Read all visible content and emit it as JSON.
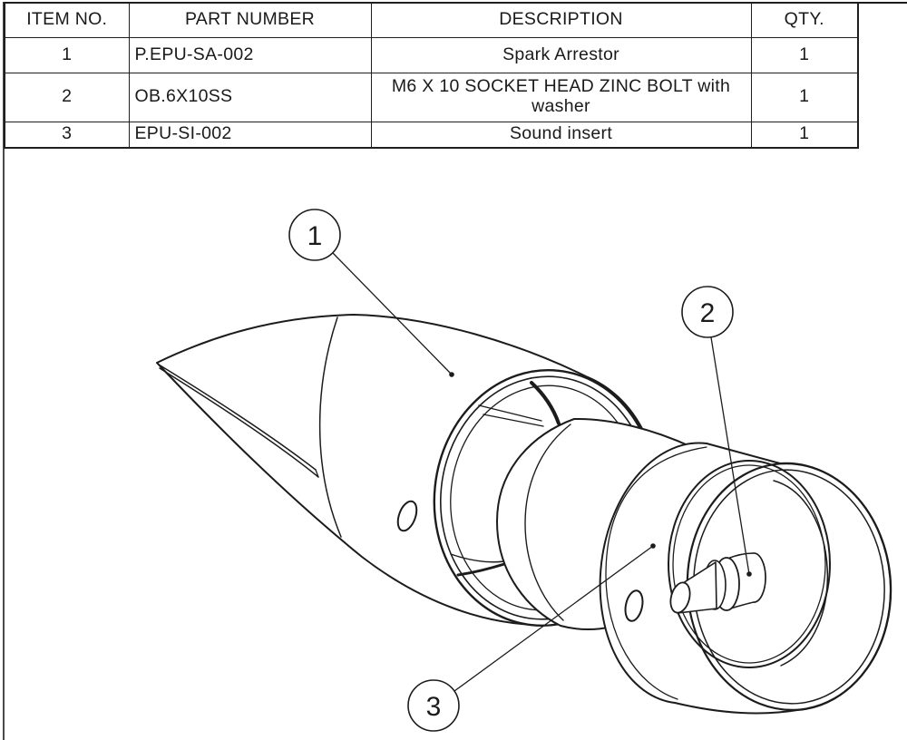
{
  "sheet": {
    "background": "#ffffff",
    "line_color": "#1c1c1c"
  },
  "bom": {
    "headers": [
      "ITEM NO.",
      "PART NUMBER",
      "DESCRIPTION",
      "QTY."
    ],
    "rows": [
      {
        "item_no": "1",
        "part_number": "P.EPU-SA-002",
        "description": "Spark Arrestor",
        "qty": "1"
      },
      {
        "item_no": "2",
        "part_number": "OB.6X10SS",
        "description": "M6 X 10 SOCKET HEAD ZINC BOLT with washer",
        "qty": "1"
      },
      {
        "item_no": "3",
        "part_number": "EPU-SI-002",
        "description": "Sound insert",
        "qty": "1"
      }
    ]
  },
  "balloons": [
    {
      "label": "1"
    },
    {
      "label": "2"
    },
    {
      "label": "3"
    }
  ]
}
